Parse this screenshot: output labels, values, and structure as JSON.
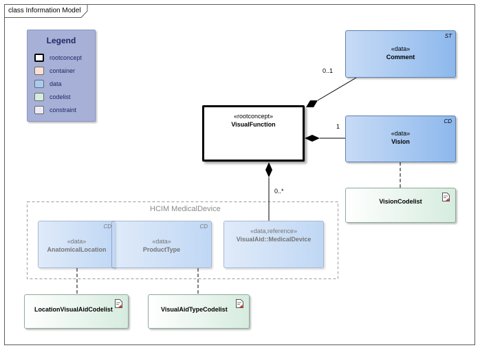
{
  "frame": {
    "title": "class Information Model"
  },
  "legend": {
    "title": "Legend",
    "items": [
      {
        "label": "rootconcept",
        "color": "#ffffff"
      },
      {
        "label": "container",
        "color": "#f9e1d6"
      },
      {
        "label": "data",
        "color": "#a9caf2"
      },
      {
        "label": "codelist",
        "color": "#d6ecdf"
      },
      {
        "label": "constraint",
        "color": "#ecebf6"
      }
    ]
  },
  "classes": {
    "visual_function": {
      "stereotype": "«rootconcept»",
      "name": "VisualFunction"
    },
    "comment": {
      "stereotype": "«data»",
      "name": "Comment",
      "tag": "ST"
    },
    "vision": {
      "stereotype": "«data»",
      "name": "Vision",
      "tag": "CD"
    },
    "vision_codelist": {
      "name": "VisionCodelist"
    },
    "anatomical_location": {
      "stereotype": "«data»",
      "name": "AnatomicalLocation",
      "tag": "CD"
    },
    "product_type": {
      "stereotype": "«data»",
      "name": "ProductType",
      "tag": "CD"
    },
    "visual_aid": {
      "stereotype": "«data,reference»",
      "name": "VisualAid::MedicalDevice"
    },
    "location_codelist": {
      "name": "LocationVisualAidCodelist"
    },
    "aid_type_codelist": {
      "name": "VisualAidTypeCodelist"
    }
  },
  "group": {
    "title": "HCIM MedicalDevice"
  },
  "multiplicities": {
    "comment": "0..1",
    "vision": "1",
    "visual_aid": "0..*"
  }
}
